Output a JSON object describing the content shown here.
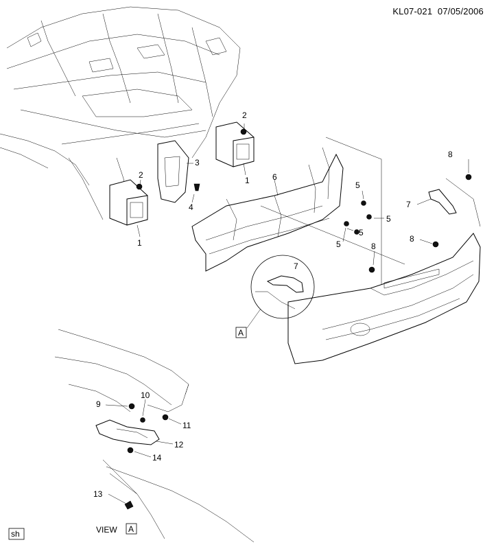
{
  "header": {
    "code": "KL07-021",
    "date": "07/05/2006"
  },
  "callouts": {
    "c1a": "1",
    "c1b": "1",
    "c2a": "2",
    "c2b": "2",
    "c3": "3",
    "c4": "4",
    "c5a": "5",
    "c5b": "5",
    "c5c": "5",
    "c5d": "5",
    "c6": "6",
    "c7a": "7",
    "c7b": "7",
    "c8a": "8",
    "c8b": "8",
    "c8c": "8",
    "c9": "9",
    "c10": "10",
    "c11": "11",
    "c12": "12",
    "c13": "13",
    "c14": "14"
  },
  "view_ref": {
    "box_letter": "A",
    "view_text": "VIEW",
    "view_letter": "A"
  },
  "corner_tag": "sh"
}
